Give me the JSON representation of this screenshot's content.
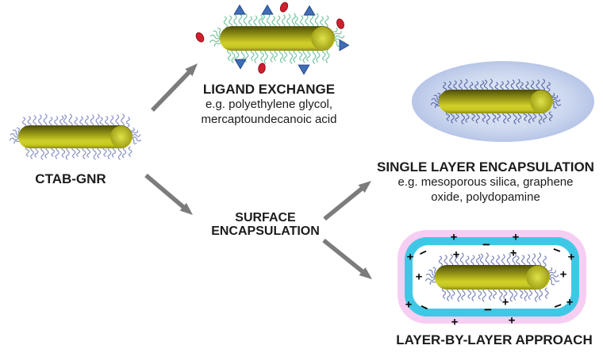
{
  "diagram": {
    "ctab": {
      "label": "CTAB-GNR"
    },
    "ligand_exchange": {
      "title": "LIGAND EXCHANGE",
      "example_line1": "e.g. polyethylene glycol,",
      "example_line2": "mercaptoundecanoic acid"
    },
    "surface_encapsulation": {
      "line1": "SURFACE",
      "line2": "ENCAPSULATION"
    },
    "single_layer": {
      "title": "SINGLE LAYER ENCAPSULATION",
      "example_line1": "e.g. mesoporous silica, graphene",
      "example_line2": "oxide, polydopamine"
    },
    "layer_by_layer": {
      "title": "LAYER-BY-LAYER APPROACH"
    }
  },
  "symbols": {
    "plus": "+",
    "minus": "−"
  },
  "colors": {
    "background": "#ffffff",
    "text": "#1c1c1c",
    "arrow": "#7c7c7c",
    "rod_gradient": [
      "#4c4c09",
      "#74740f",
      "#a4a41a",
      "#d0d029",
      "#c7c724",
      "#8d8d13"
    ],
    "rod_cap_center": "#e0e14a",
    "rod_cap_edge": "#a3a318",
    "ctab_wave": "#8a93c6",
    "ligand_wave": "#79c6a0",
    "single_layer_wave": "#5f6fa8",
    "lbl_wave": "#7d88ba",
    "encapsulation_ellipse_center": "#eef2fb",
    "encapsulation_ellipse_mid": "#ccd7ee",
    "encapsulation_ellipse_edge": "#b7c5e7",
    "ligand_triangle": "#3f6db8",
    "ligand_triangle_edge": "#27488a",
    "ligand_oval": "#d01f2e",
    "ligand_oval_edge": "#8e1620",
    "lbl_outer_layer": "#f7cef3",
    "lbl_middle_layer": "#3fc8e6",
    "lbl_inner": "#ffffff",
    "charge": "#0a0a0a"
  }
}
